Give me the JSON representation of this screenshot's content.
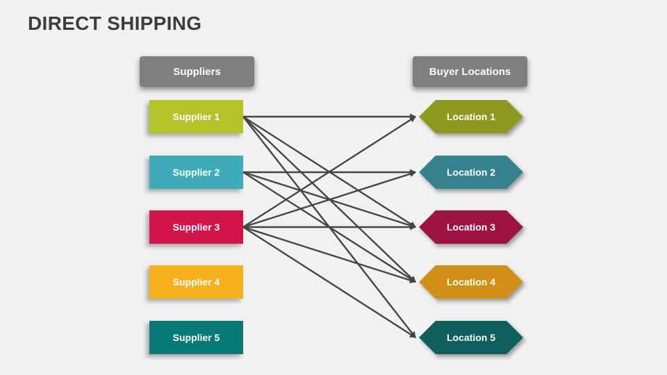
{
  "title": "DIRECT SHIPPING",
  "title_color": "#3d3d3d",
  "background_color": "#f1f1f1",
  "header_color": "#7f7f7f",
  "arrow_color": "#454545",
  "suppliers": {
    "header": "Suppliers",
    "items": [
      {
        "label": "Supplier 1",
        "color": "#b5c32b"
      },
      {
        "label": "Supplier 2",
        "color": "#3fadb9"
      },
      {
        "label": "Supplier 3",
        "color": "#d2144a"
      },
      {
        "label": "Supplier 4",
        "color": "#f7b01e"
      },
      {
        "label": "Supplier 5",
        "color": "#087a75"
      }
    ]
  },
  "locations": {
    "header": "Buyer Locations",
    "items": [
      {
        "label": "Location 1",
        "color": "#8c9a20"
      },
      {
        "label": "Location 2",
        "color": "#36818e"
      },
      {
        "label": "Location 3",
        "color": "#9e1340"
      },
      {
        "label": "Location 4",
        "color": "#d08f16"
      },
      {
        "label": "Location 5",
        "color": "#0e5f5d"
      }
    ]
  },
  "connections": [
    {
      "from": 0,
      "to": 0
    },
    {
      "from": 0,
      "to": 2
    },
    {
      "from": 0,
      "to": 3
    },
    {
      "from": 0,
      "to": 4
    },
    {
      "from": 1,
      "to": 1
    },
    {
      "from": 1,
      "to": 2
    },
    {
      "from": 1,
      "to": 3
    },
    {
      "from": 2,
      "to": 0
    },
    {
      "from": 2,
      "to": 1
    },
    {
      "from": 2,
      "to": 2
    },
    {
      "from": 2,
      "to": 3
    },
    {
      "from": 2,
      "to": 4
    }
  ]
}
